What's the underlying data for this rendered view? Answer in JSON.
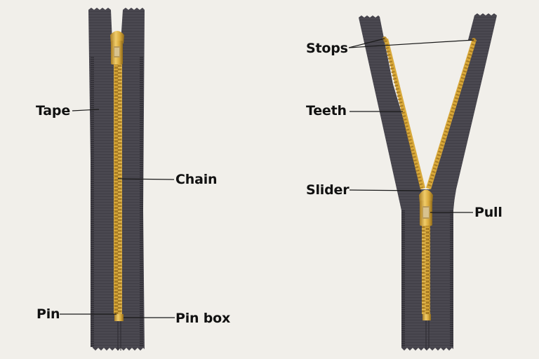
{
  "colors": {
    "background": "#f1efea",
    "tape": "#4a4850",
    "tape_dark": "#3a383f",
    "tape_stripe": "#2f2d34",
    "brass": "#d9a93a",
    "brass_light": "#f0cc6a",
    "brass_dark": "#9a7220",
    "leader_line": "#1a1a1a",
    "label_text": "#111111"
  },
  "left_zipper": {
    "description": "closed zipper",
    "labels": [
      {
        "id": "tape",
        "text": "Tape"
      },
      {
        "id": "chain",
        "text": "Chain"
      },
      {
        "id": "pin",
        "text": "Pin"
      },
      {
        "id": "pin-box",
        "text": "Pin box"
      }
    ]
  },
  "right_zipper": {
    "description": "partially open zipper",
    "labels": [
      {
        "id": "stops",
        "text": "Stops"
      },
      {
        "id": "teeth",
        "text": "Teeth"
      },
      {
        "id": "slider",
        "text": "Slider"
      },
      {
        "id": "pull",
        "text": "Pull"
      }
    ]
  }
}
